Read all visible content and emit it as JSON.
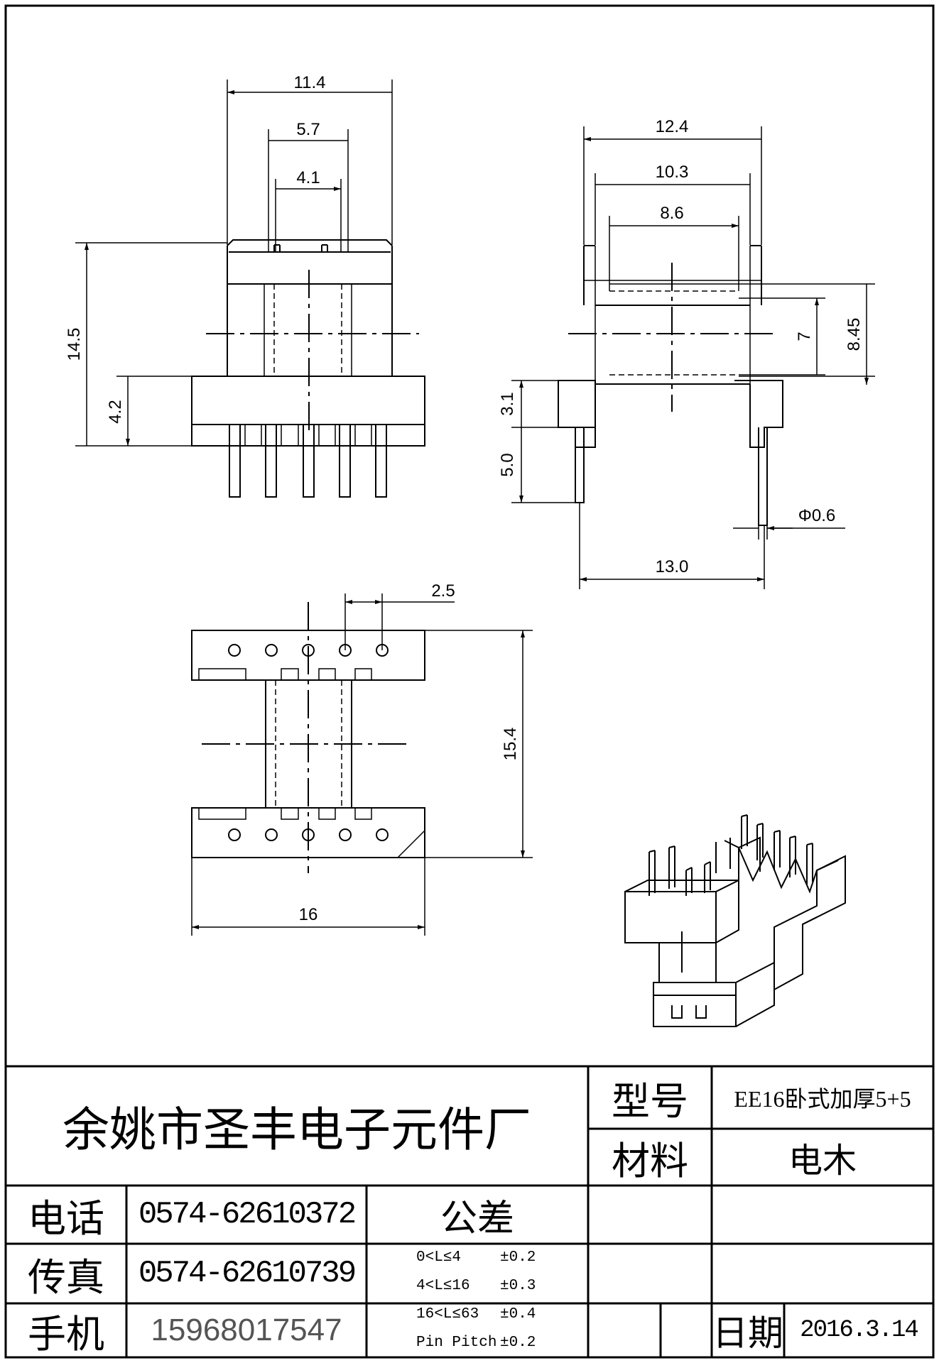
{
  "dimensions": {
    "front": {
      "w_outer": "11.4",
      "w_mid": "5.7",
      "w_inner": "4.1",
      "h_total": "14.5",
      "h_base": "4.2"
    },
    "side": {
      "w_outer": "12.4",
      "w_mid": "10.3",
      "w_inner": "8.6",
      "h_core": "7",
      "h_total": "8.45",
      "h_flange": "3.1",
      "pin_len": "5.0",
      "pin_dia": "Φ0.6",
      "pin_span": "13.0"
    },
    "top": {
      "pitch": "2.5",
      "length": "15.4",
      "width": "16"
    }
  },
  "title_block": {
    "company": "余姚市圣丰电子元件厂",
    "model_label": "型号",
    "model_value": "EE16卧式加厚5+5",
    "material_label": "材料",
    "material_value": "电木",
    "phone_label": "电话",
    "phone_value": "0574-62610372",
    "fax_label": "传真",
    "fax_value": "0574-62610739",
    "mobile_label": "手机",
    "mobile_value": "15968017547",
    "tolerance_label": "公差",
    "tolerances": [
      {
        "range": "0<L≤4",
        "value": "±0.2"
      },
      {
        "range": "4<L≤16",
        "value": "±0.3"
      },
      {
        "range": "16<L≤63",
        "value": "±0.4"
      },
      {
        "range": "Pin Pitch",
        "value": "±0.2"
      }
    ],
    "date_label": "日期",
    "date_value": "2016.3.14"
  }
}
